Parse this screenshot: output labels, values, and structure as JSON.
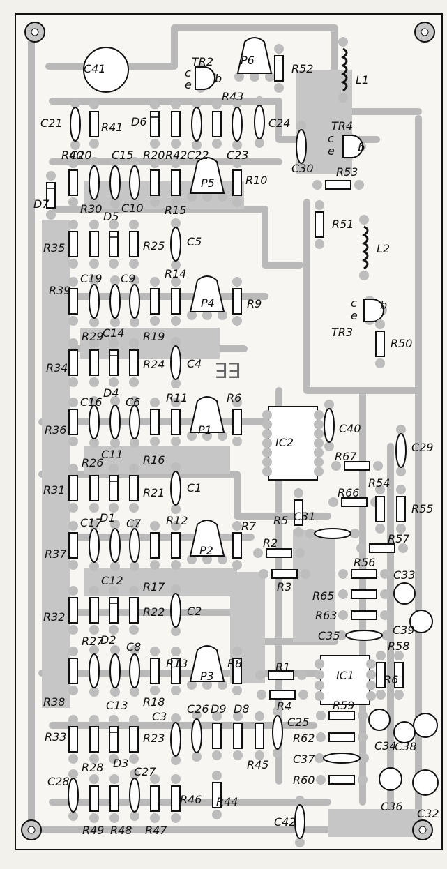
{
  "board_marking": "EE",
  "labels": {
    "tr": [
      "TR2",
      "TR4",
      "TR3"
    ],
    "pins": [
      "c",
      "e",
      "b"
    ],
    "p": [
      "P6",
      "P5",
      "P4",
      "P1",
      "P2",
      "P3"
    ],
    "ic": [
      "IC2",
      "IC1"
    ],
    "l": [
      "L1",
      "L2"
    ],
    "r": [
      "R52",
      "R43",
      "R41",
      "R40",
      "R20",
      "R42",
      "R10",
      "R53",
      "R51",
      "R30",
      "R35",
      "R25",
      "R15",
      "R39",
      "R14",
      "R9",
      "R29",
      "R34",
      "R19",
      "R24",
      "R50",
      "R11",
      "R6",
      "R36",
      "R26",
      "R16",
      "R31",
      "R21",
      "R67",
      "R54",
      "R66",
      "R55",
      "R5",
      "R12",
      "R7",
      "R2",
      "R57",
      "R37",
      "R3",
      "R56",
      "R17",
      "R32",
      "R22",
      "R65",
      "R63",
      "R27",
      "R13",
      "R8",
      "R58",
      "R1",
      "R38",
      "R18",
      "R4",
      "R6",
      "R59",
      "R33",
      "R23",
      "R45",
      "R62",
      "R60",
      "R28",
      "R46",
      "R44",
      "R49",
      "R48",
      "R47"
    ],
    "c": [
      "C41",
      "C21",
      "C24",
      "C20",
      "C15",
      "C22",
      "C23",
      "C30",
      "C10",
      "C5",
      "C19",
      "C9",
      "C14",
      "C4",
      "C16",
      "C6",
      "C40",
      "C11",
      "C29",
      "C1",
      "C31",
      "C17",
      "C7",
      "C33",
      "C12",
      "C2",
      "C39",
      "C35",
      "C8",
      "C13",
      "C3",
      "C26",
      "C25",
      "C34",
      "C38",
      "C37",
      "C27",
      "C28",
      "C36",
      "C32",
      "C42"
    ],
    "d": [
      "D6",
      "D7",
      "D5",
      "D4",
      "D1",
      "D2",
      "D9",
      "D8",
      "D3"
    ]
  }
}
